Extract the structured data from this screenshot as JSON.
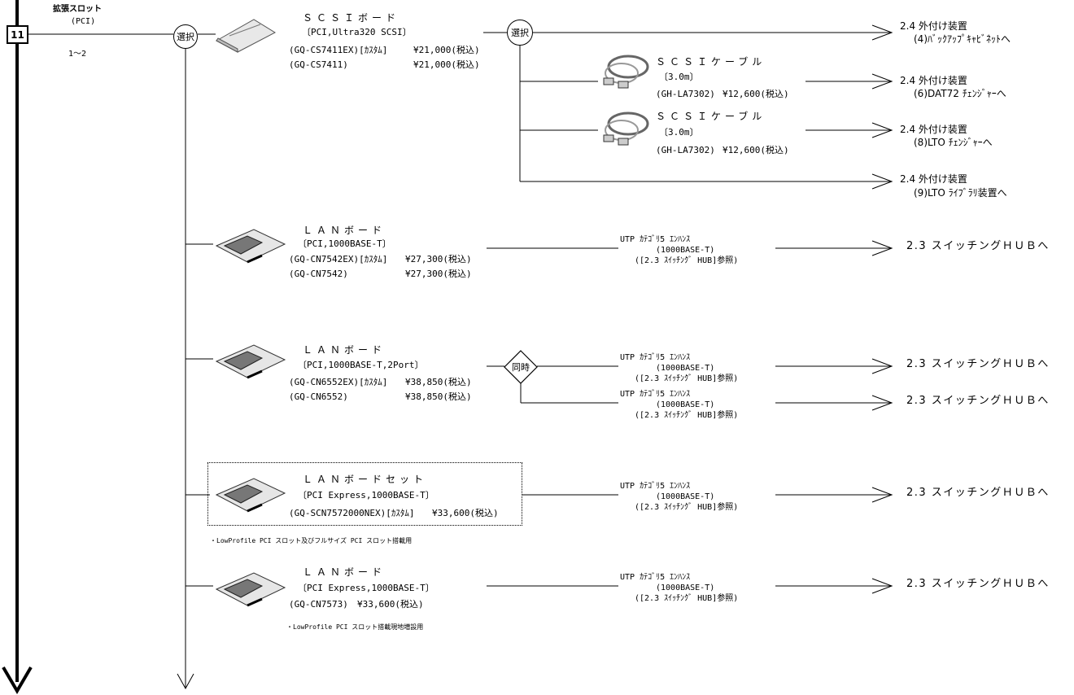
{
  "slot": {
    "badge": "11",
    "name": "拡張スロット",
    "bus": "(PCI)",
    "range": "1～2"
  },
  "nodes": {
    "select1": "選択",
    "select2": "選択",
    "simultaneous": "同時"
  },
  "boards": [
    {
      "title": "ＳＣＳＩボード",
      "spec": "〔PCI,Ultra320 SCSI〕",
      "models": [
        {
          "part": "(GQ-CS7411EX)[ｶｽﾀﾑ]",
          "price": "¥21,000(税込)"
        },
        {
          "part": "(GQ-CS7411)",
          "price": "¥21,000(税込)"
        }
      ]
    },
    {
      "title": "ＬＡＮボード",
      "spec": "〔PCI,1000BASE-T〕",
      "models": [
        {
          "part": "(GQ-CN7542EX)[ｶｽﾀﾑ]",
          "price": "¥27,300(税込)"
        },
        {
          "part": "(GQ-CN7542)",
          "price": "¥27,300(税込)"
        }
      ]
    },
    {
      "title": "ＬＡＮボード",
      "spec": "〔PCI,1000BASE-T,2Port〕",
      "models": [
        {
          "part": "(GQ-CN6552EX)[ｶｽﾀﾑ]",
          "price": "¥38,850(税込)"
        },
        {
          "part": "(GQ-CN6552)",
          "price": "¥38,850(税込)"
        }
      ]
    },
    {
      "title": "ＬＡＮボードセット",
      "spec": "〔PCI Express,1000BASE-T〕",
      "models": [
        {
          "part": "(GQ-SCN7572000NEX)[ｶｽﾀﾑ]",
          "price": "¥33,600(税込)"
        }
      ],
      "note": "・LowProfile PCI スロット及びフルサイズ PCI スロット搭載用"
    },
    {
      "title": "ＬＡＮボード",
      "spec": "〔PCI Express,1000BASE-T〕",
      "models": [
        {
          "part": "(GQ-CN7573)",
          "price": "¥33,600(税込)"
        }
      ],
      "note": "・LowProfile PCI スロット搭載現地増設用"
    }
  ],
  "scsi_cables": [
    {
      "title": "ＳＣＳＩケーブル",
      "spec": "〔3.0m〕",
      "part": "(GH-LA7302)",
      "price": "¥12,600(税込)"
    },
    {
      "title": "ＳＣＳＩケーブル",
      "spec": "〔3.0m〕",
      "part": "(GH-LA7302)",
      "price": "¥12,600(税込)"
    }
  ],
  "utp": {
    "line1": "UTP ｶﾃｺﾞﾘ5 ｴﾝﾊﾝｽ",
    "line2": "(1000BASE-T)",
    "line3": "([2.3 ｽｲｯﾁﾝｸﾞ HUB]参照)"
  },
  "destinations": {
    "scsi": [
      {
        "head": "2.4 外付け装置",
        "sub": "(4)ﾊﾞｯｸｱｯﾌﾟｷｬﾋﾞﾈｯﾄへ"
      },
      {
        "head": "2.4 外付け装置",
        "sub": "(6)DAT72 ﾁｪﾝｼﾞｬｰへ"
      },
      {
        "head": "2.4 外付け装置",
        "sub": "(8)LTO ﾁｪﾝｼﾞｬｰへ"
      },
      {
        "head": "2.4 外付け装置",
        "sub": "(9)LTO ﾗｲﾌﾞﾗﾘ装置へ"
      }
    ],
    "hub": "2.3 スイッチングＨＵＢへ"
  }
}
